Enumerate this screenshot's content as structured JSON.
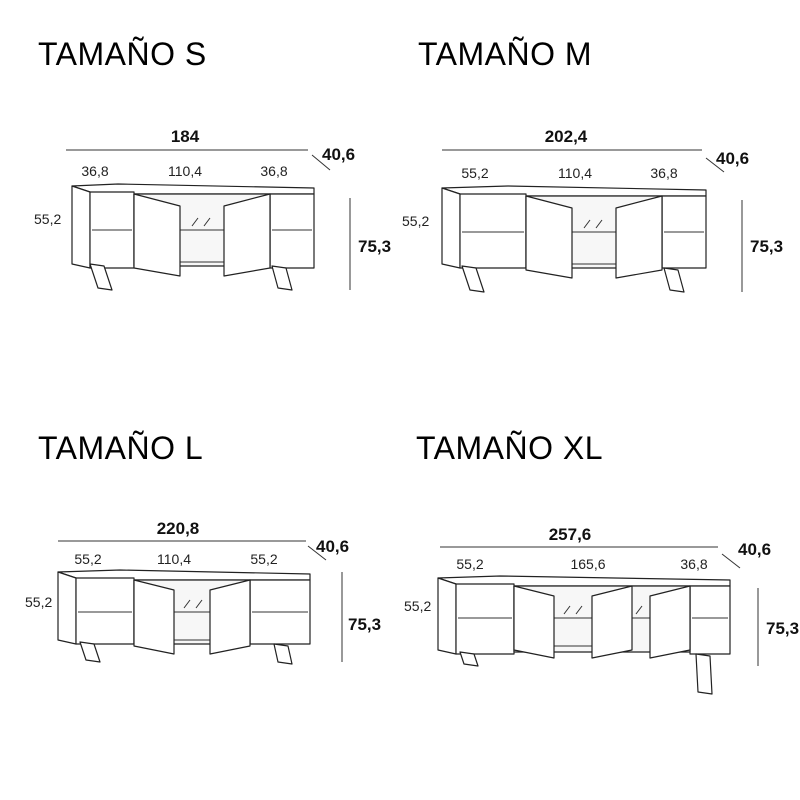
{
  "sizes": [
    {
      "title": "TAMAÑO S",
      "total_width": "184",
      "depth": "40,6",
      "height": "75,3",
      "side_height": "55,2",
      "sections": [
        "36,8",
        "110,4",
        "36,8"
      ]
    },
    {
      "title": "TAMAÑO M",
      "total_width": "202,4",
      "depth": "40,6",
      "height": "75,3",
      "side_height": "55,2",
      "sections": [
        "55,2",
        "110,4",
        "36,8"
      ]
    },
    {
      "title": "TAMAÑO L",
      "total_width": "220,8",
      "depth": "40,6",
      "height": "75,3",
      "side_height": "55,2",
      "sections": [
        "55,2",
        "110,4",
        "55,2"
      ]
    },
    {
      "title": "TAMAÑO XL",
      "total_width": "257,6",
      "depth": "40,6",
      "height": "75,3",
      "side_height": "55,2",
      "sections": [
        "55,2",
        "165,6",
        "36,8"
      ]
    }
  ]
}
